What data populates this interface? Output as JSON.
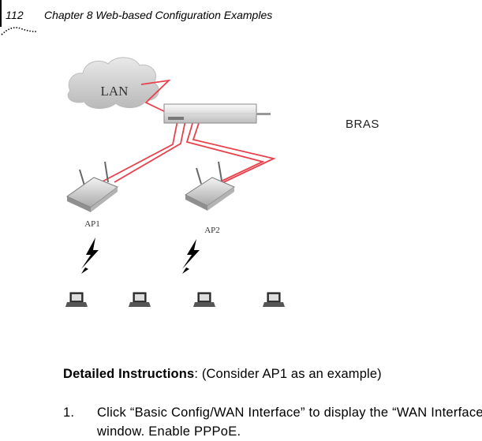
{
  "header": {
    "page_number": "112",
    "chapter_title": "Chapter 8 Web-based Configuration Examples"
  },
  "diagram": {
    "cloud_label": "LAN",
    "device_label": "BRAS",
    "ap_labels": [
      "AP1",
      "AP2"
    ],
    "link_color": "#e8404c",
    "client_count": 4
  },
  "instructions": {
    "heading": "Detailed Instructions",
    "heading_suffix": ": (Consider AP1 as an example)"
  },
  "steps": [
    {
      "number": "1.",
      "text": "Click “Basic Config/WAN Interface” to display the “WAN Interface” window. Enable PPPoE."
    }
  ]
}
